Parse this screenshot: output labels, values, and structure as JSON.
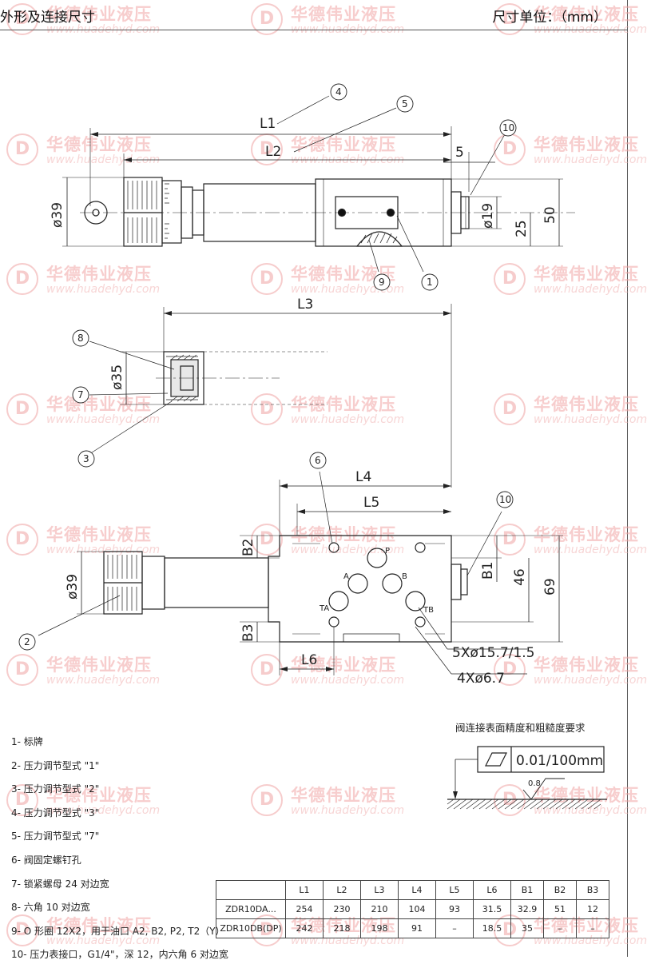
{
  "header": {
    "title": "外形及连接尺寸",
    "unit": "尺寸单位：（mm）"
  },
  "watermark": {
    "name": "华德伟业液压",
    "url": "www.huadehyd.com",
    "logo_glyph": "D"
  },
  "drawing": {
    "dimensions": {
      "L1": "L1",
      "L2": "L2",
      "L3": "L3",
      "L4": "L4",
      "L5": "L5",
      "L6": "L6",
      "dim5": "5",
      "dia39_top": "ø39",
      "dia19": "ø19",
      "dim25": "25",
      "dim50": "50",
      "dia35": "ø35",
      "dia39_bottom": "ø39",
      "B1": "B1",
      "B2": "B2",
      "B3": "B3",
      "dim46": "46",
      "dim69": "69",
      "holes5": "5Xø15.7/1.5",
      "holes4": "4Xø6.7"
    },
    "ports": {
      "P": "P",
      "A": "A",
      "B": "B",
      "TA": "TA",
      "TB": "TB"
    },
    "balloons": {
      "b1": "1",
      "b2": "2",
      "b3": "3",
      "b4": "4",
      "b5": "5",
      "b6": "6",
      "b7": "7",
      "b8": "8",
      "b9": "9",
      "b10a": "10",
      "b10b": "10"
    }
  },
  "legend": {
    "items": [
      "1- 标牌",
      "2- 压力调节型式 \"1\"",
      "3- 压力调节型式 \"2\"",
      "4- 压力调节型式 \"3\"",
      "5- 压力调节型式 \"7\"",
      "6- 阀固定螺钉孔",
      "7- 锁紧螺母 24 对边宽",
      "8- 六角 10 对边宽",
      "9- O 形圈 12X2，用于油口 A2, B2, P2, T2（Y）",
      "10- 压力表接口，G1/4\"，深 12，内六角 6 对边宽"
    ]
  },
  "roughness": {
    "title": "阀连接表面精度和粗糙度要求",
    "tolerance": "0.01/100mm",
    "ra": "0.8"
  },
  "table": {
    "headers": [
      "",
      "L1",
      "L2",
      "L3",
      "L4",
      "L5",
      "L6",
      "B1",
      "B2",
      "B3"
    ],
    "rows": [
      [
        "ZDR10DA...",
        "254",
        "230",
        "210",
        "104",
        "93",
        "31.5",
        "32.9",
        "51",
        "12"
      ],
      [
        "ZDR10DB(DP)",
        "242",
        "218",
        "198",
        "91",
        "–",
        "18.5",
        "35",
        "–",
        "–"
      ]
    ]
  }
}
